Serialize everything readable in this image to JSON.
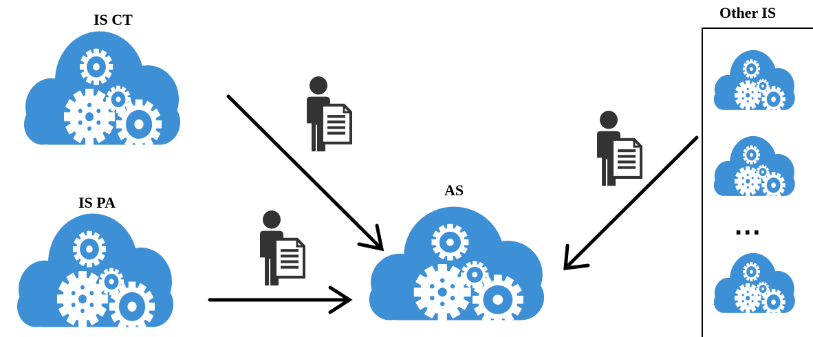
{
  "labels": {
    "is_ct": "IS CT",
    "is_pa": "IS PA",
    "as": "AS",
    "other_is": "Other IS",
    "ellipsis": "..."
  },
  "colors": {
    "cloud": "#3d8fd6",
    "gear": "#ffffff",
    "person": "#333333",
    "arrow": "#000000"
  },
  "icons": {
    "cloud": "cloud-gears-icon",
    "person": "person-document-icon",
    "arrow": "arrow-icon"
  }
}
